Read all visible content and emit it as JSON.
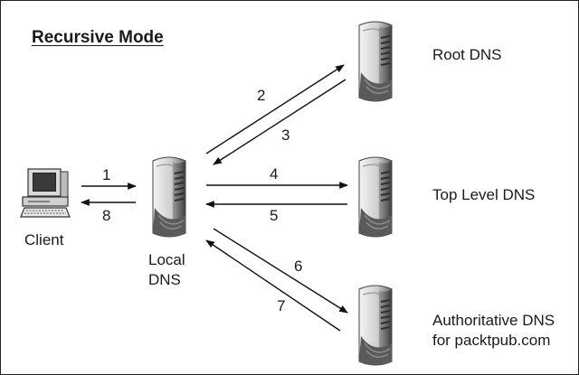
{
  "title": "Recursive Mode",
  "nodes": {
    "client": "Client",
    "local_dns": [
      "Local",
      "DNS"
    ],
    "root_dns": "Root DNS",
    "tld_dns": "Top Level DNS",
    "auth_dns": [
      "Authoritative DNS",
      "for packtpub.com"
    ]
  },
  "steps": [
    "1",
    "2",
    "3",
    "4",
    "5",
    "6",
    "7",
    "8"
  ],
  "icons": {
    "client": "computer-icon",
    "servers": "server-tower-icon"
  },
  "colors": {
    "line": "#111111",
    "server_dark": "#555555",
    "server_light": "#f2f2f2"
  }
}
